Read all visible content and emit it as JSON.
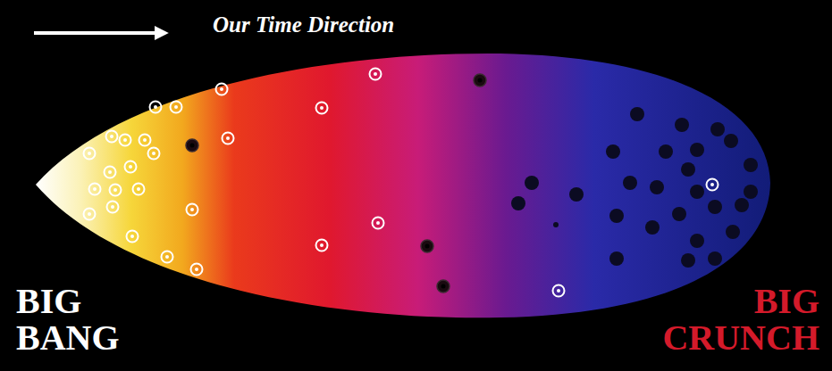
{
  "diagram": {
    "labels": [
      "Our Time Direction",
      "BIG BANG",
      "BIG CRUNCH"
    ]
  }
}
